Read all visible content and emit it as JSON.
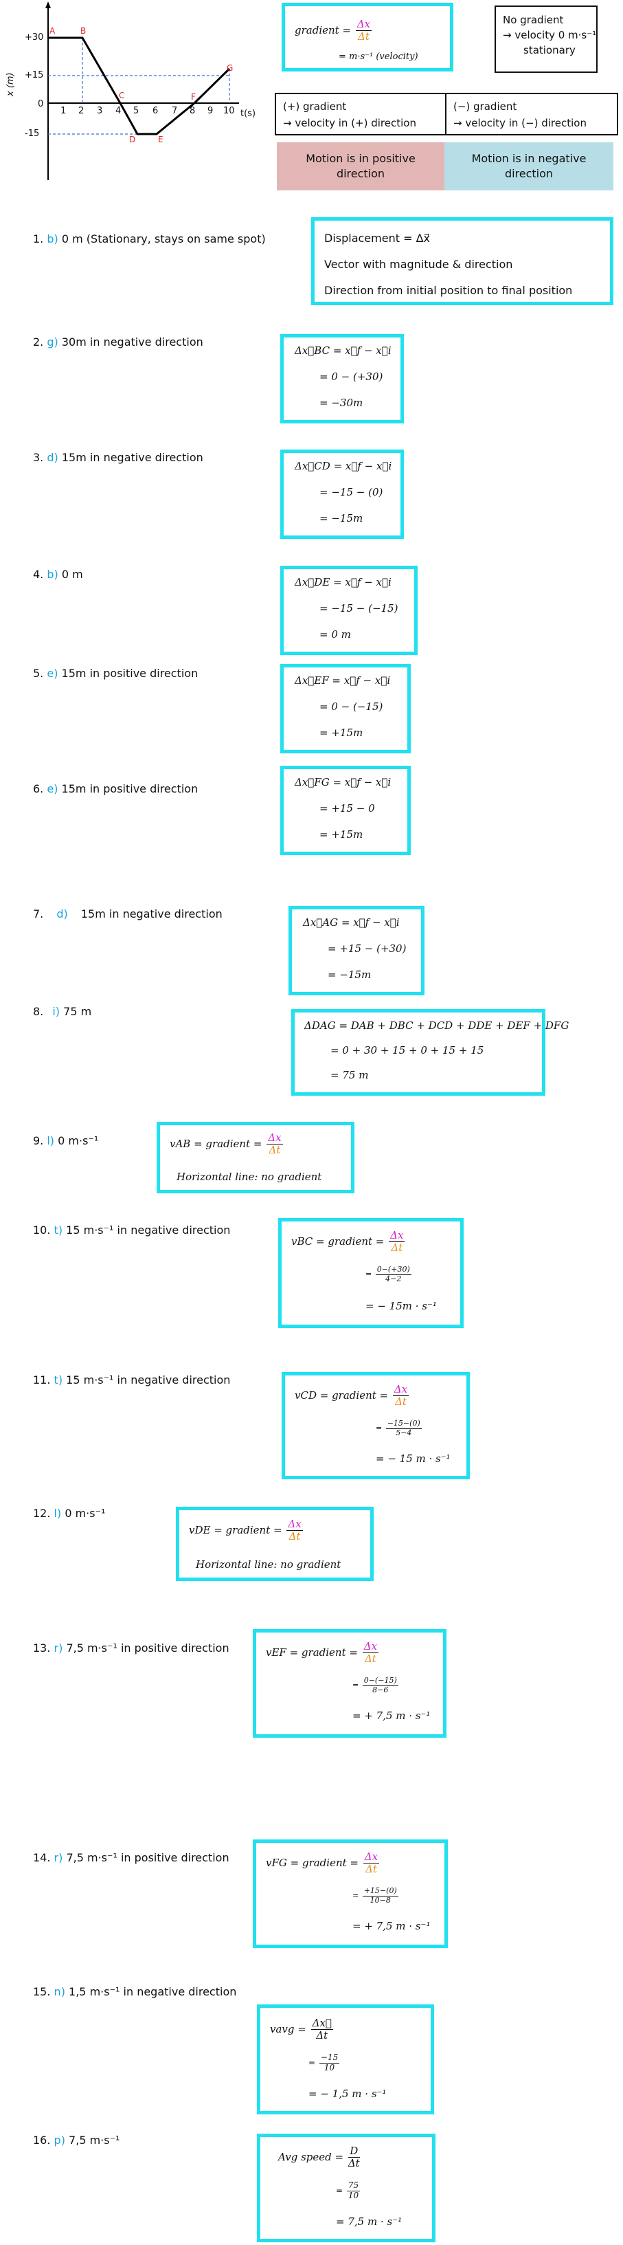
{
  "graph": {
    "y_label": "x (m)",
    "x_label": "t(s)",
    "y_ticks": [
      "+30",
      "+15",
      "0",
      "-15"
    ],
    "x_ticks": [
      "1",
      "2",
      "3",
      "4",
      "5",
      "6",
      "7",
      "8",
      "9",
      "10"
    ],
    "points": [
      "A",
      "B",
      "C",
      "D",
      "E",
      "F",
      "G"
    ]
  },
  "gradient_box": {
    "lhs": "gradient =",
    "num": "Δx",
    "den": "Δt",
    "units": "= m·s⁻¹ (velocity)"
  },
  "no_gradient": {
    "line1": "No gradient",
    "line2": "→ velocity 0 m·s⁻¹",
    "line3": "stationary"
  },
  "pos_gradient": {
    "line1": "(+) gradient",
    "line2": "→ velocity in (+) direction"
  },
  "neg_gradient": {
    "line1": "(−) gradient",
    "line2": "→ velocity in (−) direction"
  },
  "motion_pos": {
    "text": "Motion is in positive direction",
    "color": "#e3b6b6"
  },
  "motion_neg": {
    "text": "Motion is in negative direction",
    "color": "#b7dee7"
  },
  "displacement_box": {
    "line1": "Displacement = Δx⃗",
    "line2": "Vector with magnitude & direction",
    "line3": "Direction from initial position to final position"
  },
  "answers": [
    {
      "num": "1.",
      "letter": "b)",
      "text": "0 m (Stationary, stays on same spot)"
    },
    {
      "num": "2.",
      "letter": "g)",
      "text": "30m in negative direction"
    },
    {
      "num": "3.",
      "letter": "d)",
      "text": "15m in negative direction"
    },
    {
      "num": "4.",
      "letter": "b)",
      "text": "0 m"
    },
    {
      "num": "5.",
      "letter": "e)",
      "text": "15m in positive direction"
    },
    {
      "num": "6.",
      "letter": "e)",
      "text": "15m in positive direction"
    },
    {
      "num": "7.",
      "letter": "d)",
      "text": "15m in negative direction"
    },
    {
      "num": "8.",
      "letter": "i)",
      "text": "75 m"
    },
    {
      "num": "9.",
      "letter": "l)",
      "text": "0 m·s⁻¹"
    },
    {
      "num": "10.",
      "letter": "t)",
      "text": "15 m·s⁻¹ in negative direction"
    },
    {
      "num": "11.",
      "letter": "t)",
      "text": "15 m·s⁻¹ in negative direction"
    },
    {
      "num": "12.",
      "letter": "l)",
      "text": "0 m·s⁻¹"
    },
    {
      "num": "13.",
      "letter": "r)",
      "text": "7,5 m·s⁻¹ in positive direction"
    },
    {
      "num": "14.",
      "letter": "r)",
      "text": "7,5 m·s⁻¹ in positive direction"
    },
    {
      "num": "15.",
      "letter": "n)",
      "text": "1,5 m·s⁻¹ in negative direction"
    },
    {
      "num": "16.",
      "letter": "p)",
      "text": "7,5 m·s⁻¹"
    }
  ],
  "calc": {
    "q2": {
      "l1": "Δx⃗BC = x⃗f − x⃗i",
      "l2": "= 0 − (+30)",
      "l3": "= −30m"
    },
    "q3": {
      "l1": "Δx⃗CD = x⃗f − x⃗i",
      "l2": "= −15 − (0)",
      "l3": "= −15m"
    },
    "q4": {
      "l1": "Δx⃗DE = x⃗f − x⃗i",
      "l2": "= −15 − (−15)",
      "l3": "= 0 m"
    },
    "q5": {
      "l1": "Δx⃗EF = x⃗f − x⃗i",
      "l2": "= 0 − (−15)",
      "l3": "= +15m"
    },
    "q6": {
      "l1": "Δx⃗FG = x⃗f − x⃗i",
      "l2": "= +15 − 0",
      "l3": "= +15m"
    },
    "q7": {
      "l1": "Δx⃗AG = x⃗f − x⃗i",
      "l2": "= +15 − (+30)",
      "l3": "= −15m"
    },
    "q8": {
      "l1": "ΔDAG = DAB + DBC + DCD + DDE + DEF + DFG",
      "l2": "= 0 + 30 + 15 + 0 + 15 + 15",
      "l3": "= 75 m"
    },
    "q9": {
      "lhs": "vAB = gradient =",
      "num": "Δx",
      "den": "Δt",
      "l2": "Horizontal line: no gradient"
    },
    "q10": {
      "lhs": "vBC = gradient =",
      "num": "Δx",
      "den": "Δt",
      "fnum": "0−(+30)",
      "fden": "4−2",
      "l3": "= − 15m · s⁻¹"
    },
    "q11": {
      "lhs": "vCD = gradient =",
      "num": "Δx",
      "den": "Δt",
      "fnum": "−15−(0)",
      "fden": "5−4",
      "l3": "= − 15 m · s⁻¹"
    },
    "q12": {
      "lhs": "vDE = gradient =",
      "num": "Δx",
      "den": "Δt",
      "l2": "Horizontal line: no gradient"
    },
    "q13": {
      "lhs": "vEF = gradient =",
      "num": "Δx",
      "den": "Δt",
      "fnum": "0−(−15)",
      "fden": "8−6",
      "l3": "= + 7,5 m · s⁻¹"
    },
    "q14": {
      "lhs": "vFG = gradient =",
      "num": "Δx",
      "den": "Δt",
      "fnum": "+15−(0)",
      "fden": "10−8",
      "l3": "= + 7,5 m · s⁻¹"
    },
    "q15": {
      "lhs": "vavg =",
      "num": "Δx⃗",
      "den": "Δt",
      "fnum": "−15",
      "fden": "10",
      "l3": "= − 1,5 m · s⁻¹"
    },
    "q16": {
      "lhs": "Avg speed =",
      "num": "D",
      "den": "Δt",
      "fnum": "75",
      "fden": "10",
      "l3": "= 7,5 m · s⁻¹"
    }
  }
}
